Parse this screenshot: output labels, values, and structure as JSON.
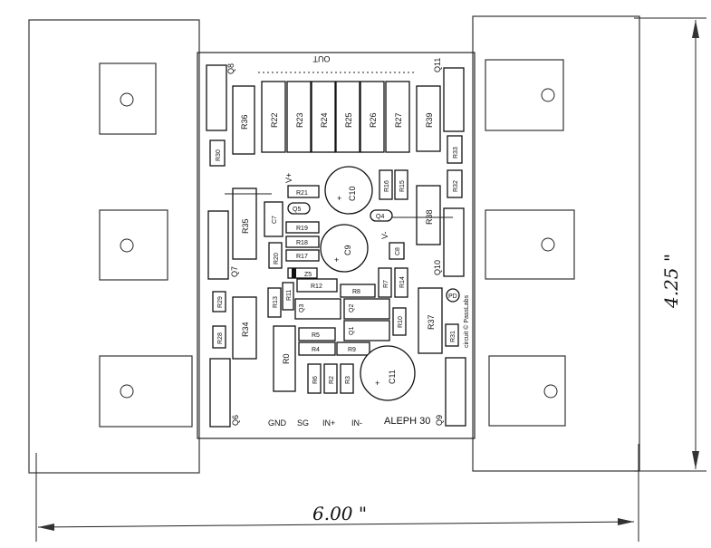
{
  "board": {
    "title": "ALEPH 30",
    "credit": "circuit © PassLabs",
    "logo": "PD",
    "output_label": "OUT",
    "inputs": [
      "GND",
      "SG",
      "IN+",
      "IN-"
    ],
    "rail_pos": "V+",
    "rail_neg": "V-"
  },
  "dimensions": {
    "width": "6.00 \"",
    "height": "4.25 \""
  },
  "components": {
    "transistors": [
      "Q8",
      "Q7",
      "Q6",
      "Q11",
      "Q10",
      "Q9",
      "Q1",
      "Q2",
      "Q3",
      "Q4",
      "Q5",
      "Z5"
    ],
    "resistors_out": [
      "R36",
      "R22",
      "R23",
      "R24",
      "R25",
      "R26",
      "R27",
      "R39"
    ],
    "resistors": [
      "R30",
      "R33",
      "R21",
      "R19",
      "R18",
      "R17",
      "R20",
      "R16",
      "R15",
      "R32",
      "R35",
      "R38",
      "R12",
      "R8",
      "R7",
      "R14",
      "R13",
      "R11",
      "R29",
      "R34",
      "R28",
      "R10",
      "R37",
      "R31",
      "R5",
      "R4",
      "R9",
      "R0",
      "R6",
      "R2",
      "R3"
    ],
    "capacitors": [
      "C10",
      "C9",
      "C11",
      "C7",
      "C8"
    ],
    "polarity_mark": "+"
  }
}
